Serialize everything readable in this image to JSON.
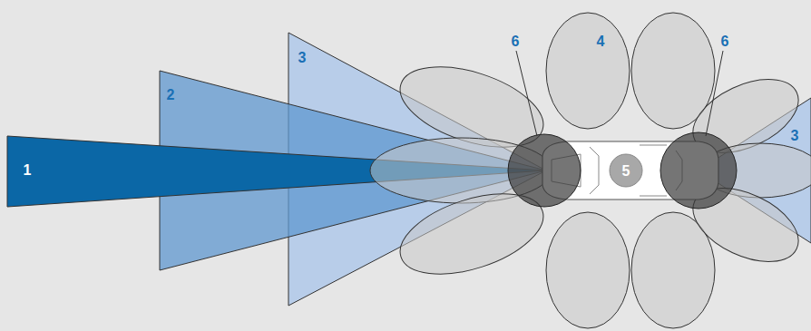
{
  "diagram": {
    "labels": [
      "1",
      "2",
      "3",
      "6",
      "4",
      "5",
      "6",
      "3"
    ]
  }
}
